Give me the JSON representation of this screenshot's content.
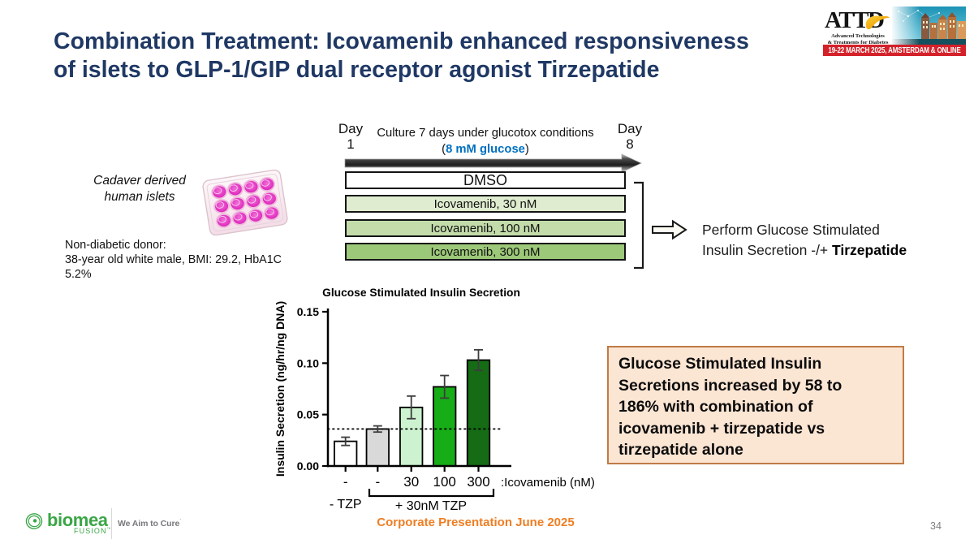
{
  "slide": {
    "title": "Combination Treatment: Icovamenib enhanced responsiveness\nof islets to GLP-1/GIP dual receptor agonist Tirzepatide",
    "title_color": "#1f3864",
    "footer_note": "Corporate Presentation June 2025",
    "footer_note_color": "#ee7e23",
    "page_number": "34"
  },
  "attd_logo": {
    "acronym": "ATTD",
    "subtitle": "Advanced Technologies\n& Treatments for Diabetes",
    "banner": "19-22 MARCH 2025, AMSTERDAM & ONLINE",
    "banner_color": "#d4212a"
  },
  "islets": {
    "caption": "Cadaver derived\nhuman islets",
    "donor_info": "Non-diabetic donor:\n38-year old white male, BMI: 29.2, HbA1C\n5.2%"
  },
  "timeline": {
    "day_start": "Day\n1",
    "day_end": "Day\n8",
    "culture_line1": "Culture 7 days under glucotox conditions",
    "culture_open": "(",
    "culture_glucose": "8 mM glucose",
    "culture_close": ")",
    "glucose_color": "#0070c0",
    "conditions": [
      {
        "label": "DMSO",
        "fill": "#ffffff"
      },
      {
        "label": "Icovamenib, 30 nM",
        "fill": "#dfeccf"
      },
      {
        "label": "Icovamenib, 100 nM",
        "fill": "#c3dcaa"
      },
      {
        "label": "Icovamenib, 300 nM",
        "fill": "#9cc879"
      }
    ],
    "outcome_line1": "Perform Glucose Stimulated",
    "outcome_line2": "Insulin Secretion -/+ ",
    "outcome_bold": "Tirzepatide"
  },
  "chart_data": {
    "type": "bar",
    "title": "Glucose Stimulated Insulin Secretion",
    "ylabel": "Insulin Secretion (ng/hr/ng DNA)",
    "categories": [
      "-",
      "-",
      "30",
      "100",
      "300"
    ],
    "values": [
      0.024,
      0.036,
      0.057,
      0.077,
      0.103
    ],
    "errors": [
      0.004,
      0.003,
      0.011,
      0.011,
      0.01
    ],
    "bar_colors": [
      "#ffffff",
      "#d9d9d9",
      "#ccf2cf",
      "#17ad17",
      "#156c15"
    ],
    "ylim": [
      0,
      0.15
    ],
    "yticks": [
      0,
      0.05,
      0.1,
      0.15
    ],
    "dotted_line": 0.036,
    "x_suffix": ":Icovamenib (nM)",
    "group_label_left": "- TZP",
    "group_label_right": "+ 30nM TZP",
    "grid": false,
    "legend": false
  },
  "callout": {
    "text": "Glucose Stimulated Insulin\nSecretions increased by 58 to\n186% with combination of\nicovamenib + tirzepatide vs\ntirzepatide alone",
    "fill": "#fbe5d3",
    "border": "#bf7b45"
  },
  "biomea_logo": {
    "name": "biomea",
    "sub": "FUSION",
    "tm": "™",
    "tagline": "We Aim to Cure",
    "tagline_mark": "˙",
    "green": "#3aa546",
    "gray": "#77787b"
  }
}
